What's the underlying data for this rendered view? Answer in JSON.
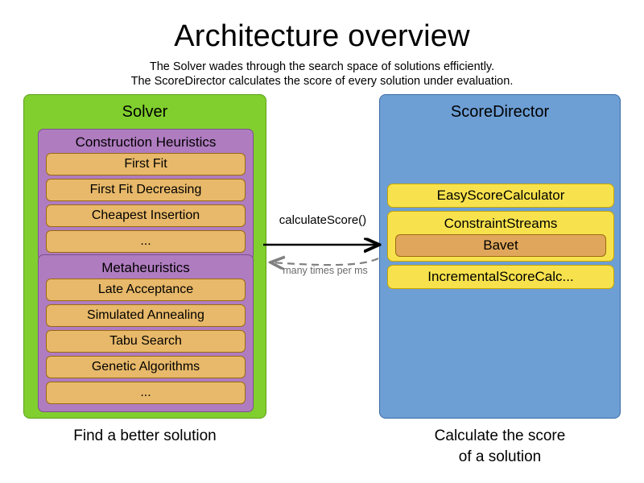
{
  "header": {
    "title": "Architecture overview",
    "subtitle_line1": "The Solver wades through the search space of solutions efficiently.",
    "subtitle_line2": "The ScoreDirector calculates the score of every solution under evaluation."
  },
  "solver": {
    "panel_title": "Solver",
    "caption_line1": "Find a better solution",
    "groups": [
      {
        "title": "Construction Heuristics",
        "items": [
          {
            "label": "First Fit"
          },
          {
            "label": "First Fit Decreasing"
          },
          {
            "label": "Cheapest Insertion"
          },
          {
            "label": "..."
          }
        ]
      },
      {
        "title": "Metaheuristics",
        "items": [
          {
            "label": "Late Acceptance"
          },
          {
            "label": "Simulated Annealing"
          },
          {
            "label": "Tabu Search"
          },
          {
            "label": "Genetic Algorithms"
          },
          {
            "label": "..."
          }
        ]
      }
    ]
  },
  "score_director": {
    "panel_title": "ScoreDirector",
    "caption_line1": "Calculate the score",
    "caption_line2": "of a solution",
    "boxes": [
      {
        "label": "EasyScoreCalculator",
        "nested": null
      },
      {
        "label": "ConstraintStreams",
        "nested": "Bavet"
      },
      {
        "label": "IncrementalScoreCalc...",
        "nested": null
      }
    ]
  },
  "arrows": {
    "forward_label": "calculateScore()",
    "return_label": "many times per ms"
  },
  "colors": {
    "solver_green": "#80cf2e",
    "score_director_blue": "#6d9ed4",
    "group_purple": "#b07cc0",
    "item_orange": "#e8b96a",
    "box_yellow": "#f7e24d",
    "nested_orange": "#e0a75c",
    "arrow_solid": "#000000",
    "arrow_dashed": "#808080"
  }
}
